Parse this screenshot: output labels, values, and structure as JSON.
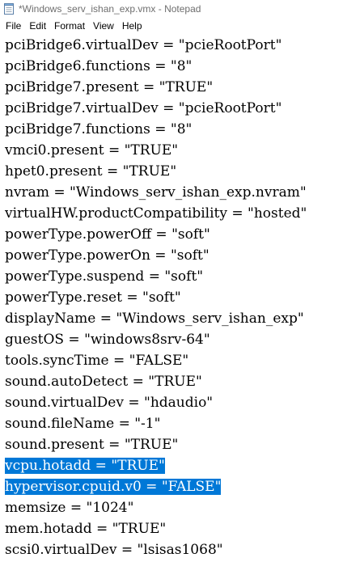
{
  "window": {
    "title": "*Windows_serv_ishan_exp.vmx - Notepad",
    "icon": "notepad-icon"
  },
  "menu": [
    {
      "label": "File"
    },
    {
      "label": "Edit"
    },
    {
      "label": "Format"
    },
    {
      "label": "View"
    },
    {
      "label": "Help"
    }
  ],
  "editor": {
    "selection_color": "#0078d7",
    "lines": [
      {
        "text": "pciBridge6.virtualDev = \"pcieRootPort\"",
        "selected": false
      },
      {
        "text": "pciBridge6.functions = \"8\"",
        "selected": false
      },
      {
        "text": "pciBridge7.present = \"TRUE\"",
        "selected": false
      },
      {
        "text": "pciBridge7.virtualDev = \"pcieRootPort\"",
        "selected": false
      },
      {
        "text": "pciBridge7.functions = \"8\"",
        "selected": false
      },
      {
        "text": "vmci0.present = \"TRUE\"",
        "selected": false
      },
      {
        "text": "hpet0.present = \"TRUE\"",
        "selected": false
      },
      {
        "text": "nvram = \"Windows_serv_ishan_exp.nvram\"",
        "selected": false
      },
      {
        "text": "virtualHW.productCompatibility = \"hosted\"",
        "selected": false
      },
      {
        "text": "powerType.powerOff = \"soft\"",
        "selected": false
      },
      {
        "text": "powerType.powerOn = \"soft\"",
        "selected": false
      },
      {
        "text": "powerType.suspend = \"soft\"",
        "selected": false
      },
      {
        "text": "powerType.reset = \"soft\"",
        "selected": false
      },
      {
        "text": "displayName = \"Windows_serv_ishan_exp\"",
        "selected": false
      },
      {
        "text": "guestOS = \"windows8srv-64\"",
        "selected": false
      },
      {
        "text": "tools.syncTime = \"FALSE\"",
        "selected": false
      },
      {
        "text": "sound.autoDetect = \"TRUE\"",
        "selected": false
      },
      {
        "text": "sound.virtualDev = \"hdaudio\"",
        "selected": false
      },
      {
        "text": "sound.fileName = \"-1\"",
        "selected": false
      },
      {
        "text": "sound.present = \"TRUE\"",
        "selected": false
      },
      {
        "text": "vcpu.hotadd = \"TRUE\"",
        "selected": true
      },
      {
        "text": "hypervisor.cpuid.v0 = \"FALSE\"",
        "selected": true
      },
      {
        "text": "memsize = \"1024\"",
        "selected": false
      },
      {
        "text": "mem.hotadd = \"TRUE\"",
        "selected": false
      },
      {
        "text": "scsi0.virtualDev = \"lsisas1068\"",
        "selected": false
      }
    ]
  }
}
